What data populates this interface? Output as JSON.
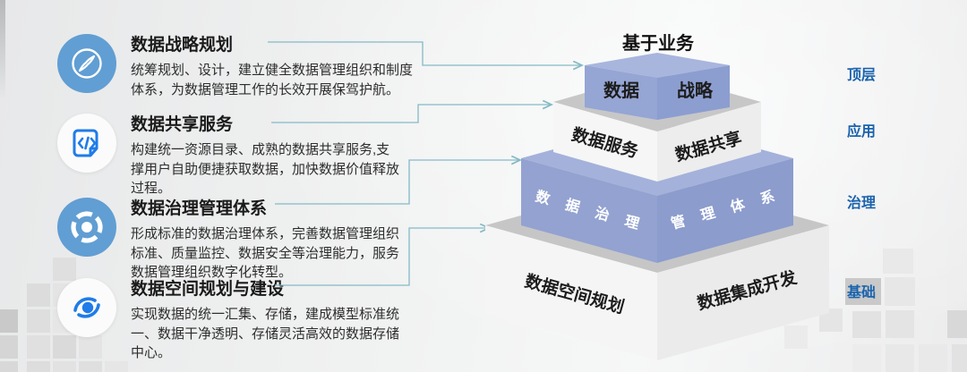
{
  "left_items": [
    {
      "icon": "compass-icon",
      "title": "数据战略规划",
      "desc_lines": [
        "统筹规划、设计，建立健全数据管理组织和制度",
        "体系，为数据管理工作的长效开展保驾护航。"
      ]
    },
    {
      "icon": "code-document-icon",
      "title": "数据共享服务",
      "desc_lines": [
        "构建统一资源目录、成熟的数据共享服务,支",
        "撑用户自助便捷获取数据，加快数据价值释放",
        "过程。"
      ]
    },
    {
      "icon": "governance-target-icon",
      "title": "数据治理管理体系",
      "desc_lines": [
        "形成标准的数据治理体系，完善数据管理组织",
        "标准、质量监控、数据安全等治理能力，服务",
        "数据管理组织数字化转型。"
      ]
    },
    {
      "icon": "data-eye-icon",
      "title": "数据空间规划与建设",
      "desc_lines": [
        "实现数据的统一汇集、存储，建成模型标准统",
        "一、数据干净透明、存储灵活高效的数据存储",
        "中心。"
      ]
    }
  ],
  "pyramid": {
    "caption": "基于业务",
    "layers": [
      {
        "left_label": "数据",
        "right_label": "战略",
        "level": "顶层",
        "color": "blue"
      },
      {
        "left_label": "数据服务",
        "right_label": "数据共享",
        "level": "应用",
        "color": "gray"
      },
      {
        "left_label": "数 据 治 理",
        "right_label": "管 理 体 系",
        "level": "治理",
        "color": "blue"
      },
      {
        "left_label": "数据空间规划",
        "right_label": "数据集成开发",
        "level": "基础",
        "color": "gray"
      }
    ]
  },
  "colors": {
    "icon_circle_blue": "#619ed3",
    "icon_glyph_blue": "#1f7ce8",
    "layer_blue_top": "#a8b5dd",
    "layer_blue_face": "#93a2d0",
    "layer_gray_top": "#c7c7c8",
    "layer_white_face": "#f5f5f5",
    "connector_teal": "#84bac5",
    "level_label_blue": "#1b63ad"
  }
}
